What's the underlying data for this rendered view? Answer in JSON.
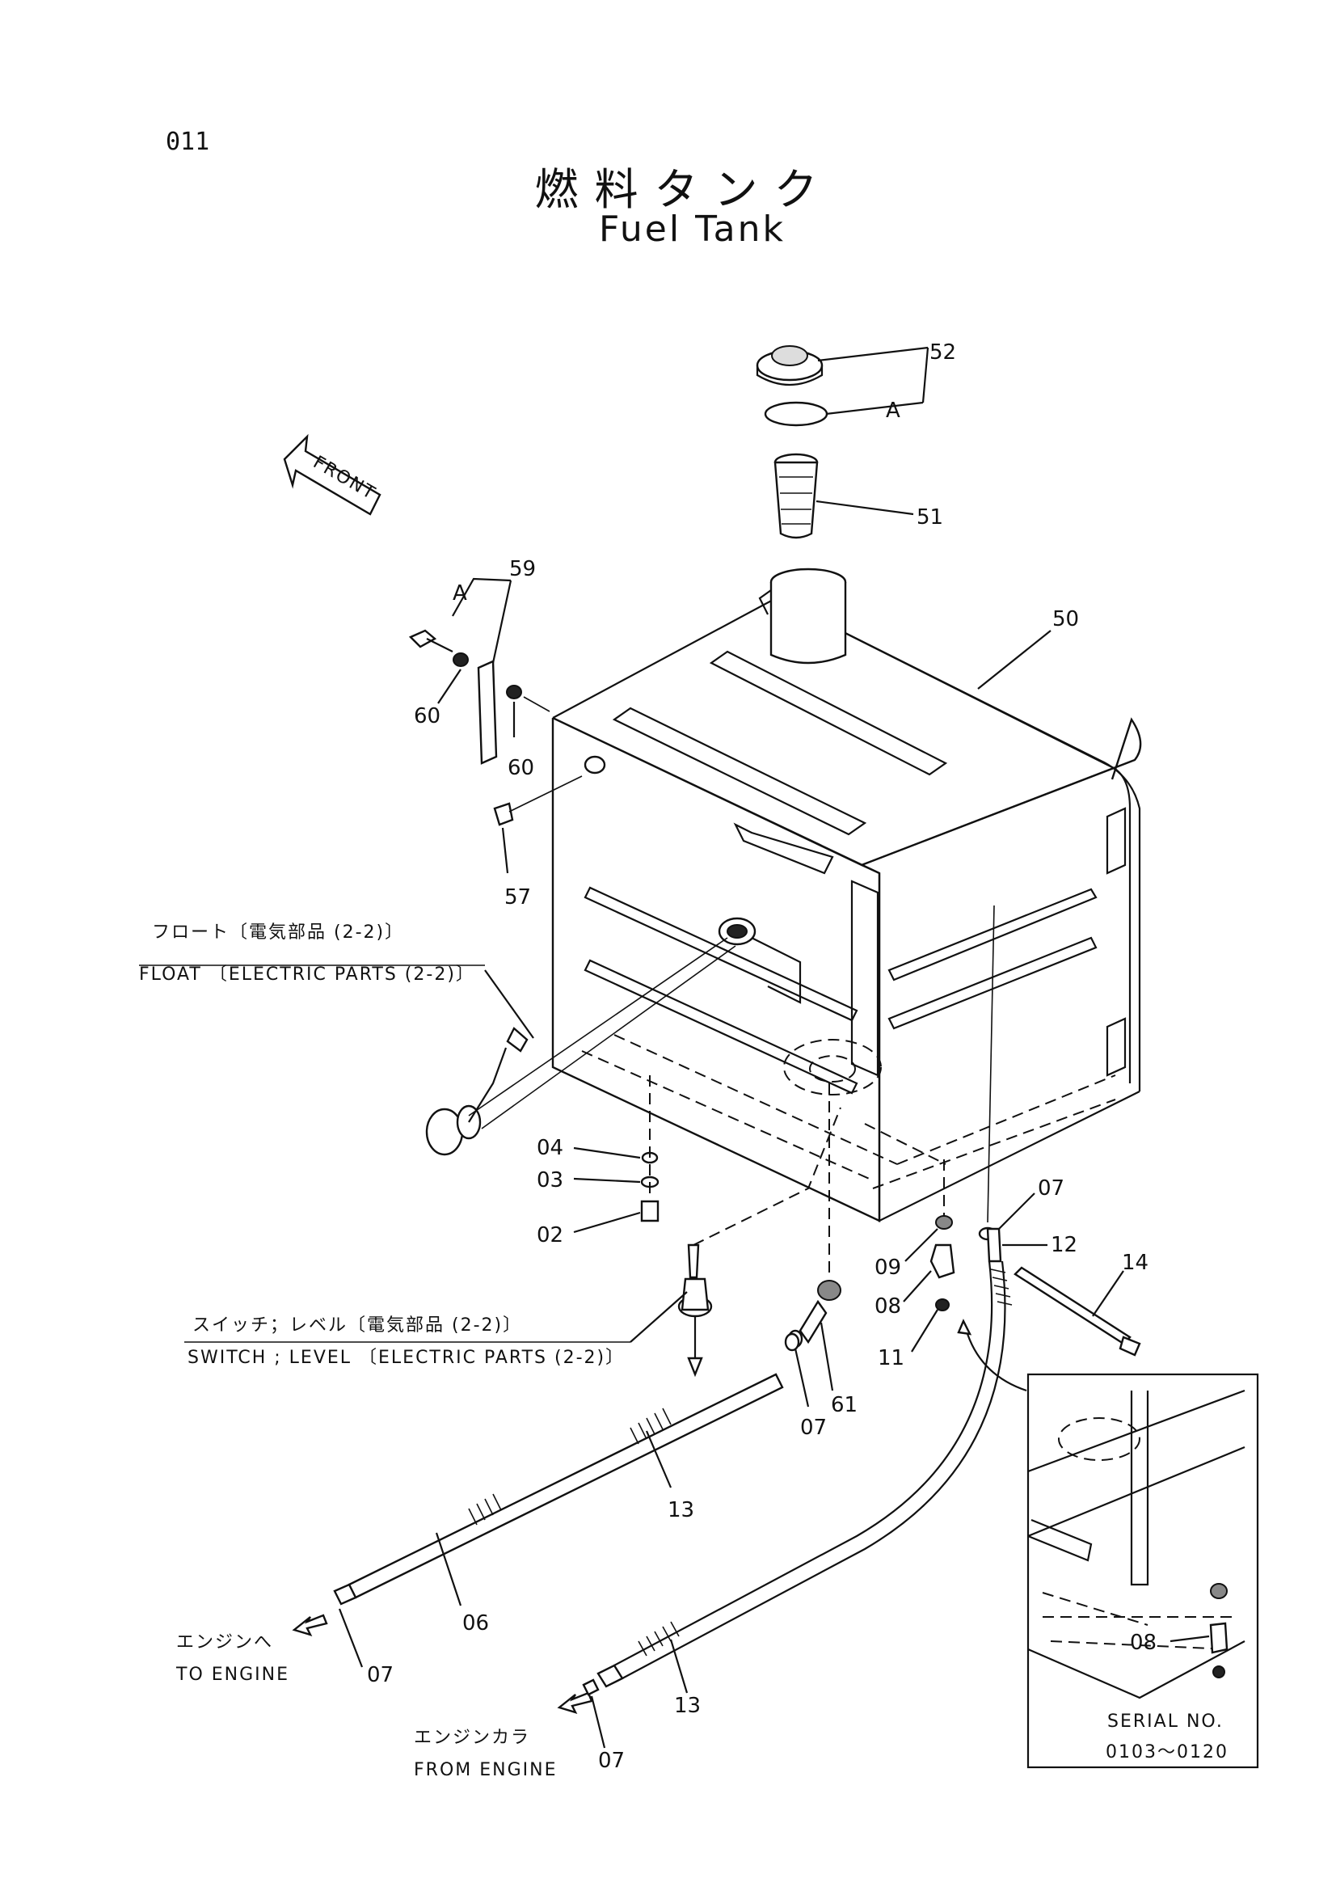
{
  "page_number": "011",
  "title_jp": "燃料タンク",
  "title_en": "Fuel Tank",
  "front_label": "FRONT",
  "parts": {
    "p52": "52",
    "pA1": "A",
    "p51": "51",
    "p59": "59",
    "pA2": "A",
    "p50": "50",
    "p60a": "60",
    "p60b": "60",
    "p57": "57",
    "p04": "04",
    "p03": "03",
    "p02": "02",
    "p07a": "07",
    "p12": "12",
    "p14": "14",
    "p09": "09",
    "p08": "08",
    "p11": "11",
    "p61": "61",
    "p07b": "07",
    "p13a": "13",
    "p06": "06",
    "p07c": "07",
    "p13b": "13",
    "p07d": "07",
    "p08inset": "08"
  },
  "callouts": {
    "float_jp": "フロート〔電気部品 (2-2)〕",
    "float_en": "FLOAT 〔ELECTRIC PARTS (2-2)〕",
    "switch_jp": "スイッチ；レベル〔電気部品 (2-2)〕",
    "switch_en": "SWITCH ; LEVEL 〔ELECTRIC PARTS (2-2)〕",
    "to_engine_jp": "エンジンへ",
    "to_engine_en": "TO ENGINE",
    "from_engine_jp": "エンジンカラ",
    "from_engine_en": "FROM ENGINE"
  },
  "inset": {
    "serial_label": "SERIAL NO.",
    "serial_range": "0103～0120"
  }
}
